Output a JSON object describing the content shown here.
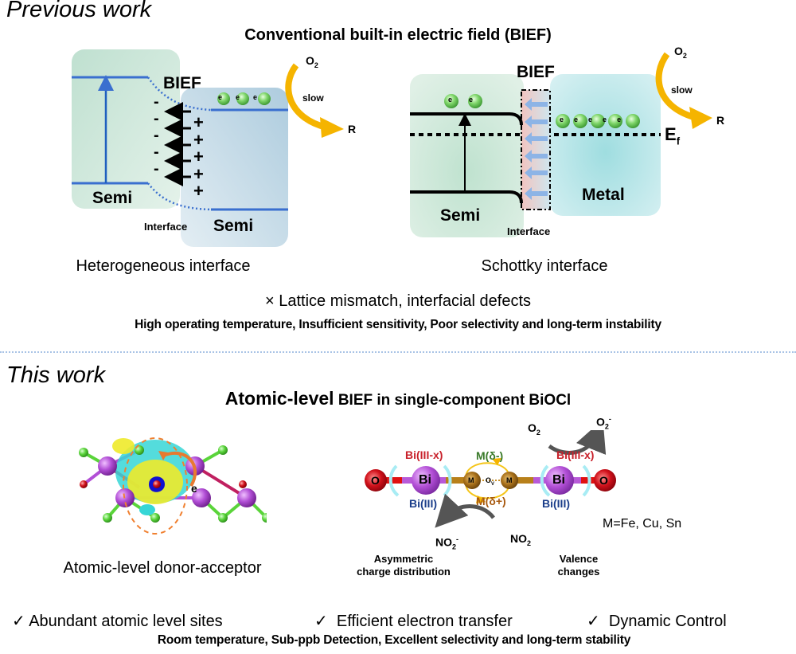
{
  "previous": {
    "section_title": "Previous work",
    "heading": "Conventional built-in electric field (BIEF)",
    "hetero": {
      "bief_label": "BIEF",
      "left_semi": "Semi",
      "right_semi": "Semi",
      "interface": "Interface",
      "electron": "e",
      "electron_count": 3,
      "o2": "O",
      "o2_sub": "2",
      "slow": "slow",
      "r": "R",
      "minus": "-",
      "plus": "+",
      "caption": "Heterogeneous interface"
    },
    "schottky": {
      "bief_label": "BIEF",
      "semi": "Semi",
      "metal": "Metal",
      "interface": "Interface",
      "ef": "E",
      "ef_sub": "f",
      "electron": "e",
      "o2": "O",
      "o2_sub": "2",
      "slow": "slow",
      "r": "R",
      "caption": "Schottky interface"
    },
    "drawback": "× Lattice mismatch,   interfacial defects",
    "limitations": "High operating temperature, Insufficient sensitivity, Poor selectivity and long-term instability"
  },
  "this_work": {
    "section_title": "This work",
    "heading_bold": "Atomic-level",
    "heading_rest": " BIEF in single-component BiOCl",
    "donor_acceptor": {
      "electron_label": "e",
      "caption": "Atomic-level donor-acceptor"
    },
    "chain": {
      "o": "O",
      "bi": "Bi",
      "m": "M",
      "ov": "O",
      "ov_sub": "V",
      "bi_minus": "Bi(III-x)",
      "bi_plus": "Bi(III)",
      "m_minus": "M(δ-)",
      "m_plus": "M(δ+)",
      "o2": "O",
      "o2_sub": "2",
      "o2_minus": "O",
      "o2_minus_sub": "2",
      "no2": "NO",
      "no2_sub": "2",
      "no2_minus": "NO",
      "no2_minus_sub": "2",
      "asym_line1": "Asymmetric",
      "asym_line2": "charge distribution",
      "valence_line1": "Valence",
      "valence_line2": "changes",
      "metals": "M=Fe, Cu, Sn"
    },
    "advantages": [
      {
        "check": "✓",
        "label": "Abundant atomic level sites"
      },
      {
        "check": "✓",
        "label": "Efficient electron transfer"
      },
      {
        "check": "✓",
        "label": "Dynamic Control"
      }
    ],
    "benefits": "Room temperature, Sub-ppb Detection, Excellent selectivity and long-term stability"
  },
  "colors": {
    "band_blue": "#3a6fcf",
    "arrow_orange": "#f5b400",
    "semi_green": "#cfe8dc",
    "semi_blue": "#c0d8e6",
    "metal_cyan": "#bfe6ea",
    "bi_purple": "#b24fd6",
    "o_red": "#d0101a",
    "m_brown": "#a8701a",
    "bi_minus_red": "#c8202a",
    "bi_plus_navy": "#1a3d8a",
    "m_minus_green": "#3a7a2a",
    "m_plus_brown": "#a85a10",
    "separator": "#a9c3e6"
  }
}
